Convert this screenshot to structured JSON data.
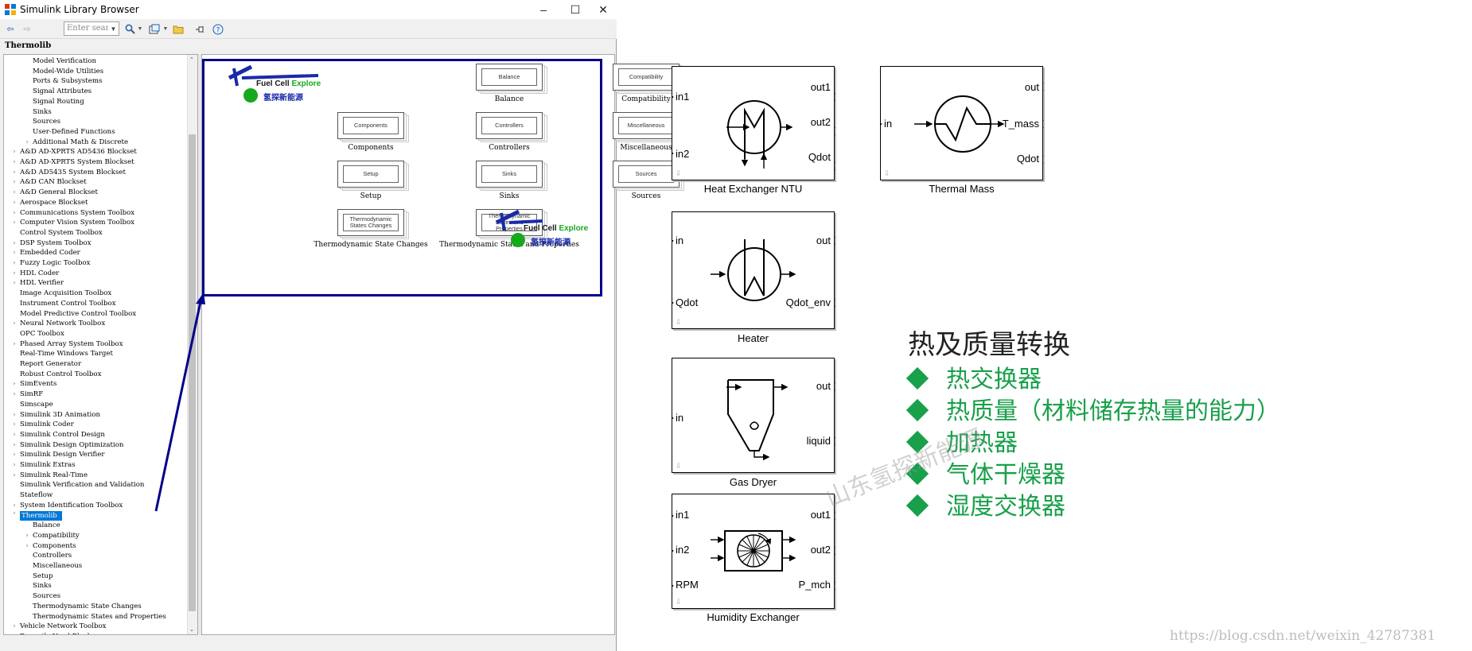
{
  "window": {
    "title": "Simulink Library Browser",
    "search_placeholder": "Enter search t···",
    "breadcrumb": "Thermolib"
  },
  "tree": {
    "items": [
      {
        "label": "Model Verification",
        "indent": 2,
        "expander": ""
      },
      {
        "label": "Model-Wide Utilities",
        "indent": 2,
        "expander": ""
      },
      {
        "label": "Ports & Subsystems",
        "indent": 2,
        "expander": ""
      },
      {
        "label": "Signal Attributes",
        "indent": 2,
        "expander": ""
      },
      {
        "label": "Signal Routing",
        "indent": 2,
        "expander": ""
      },
      {
        "label": "Sinks",
        "indent": 2,
        "expander": ""
      },
      {
        "label": "Sources",
        "indent": 2,
        "expander": ""
      },
      {
        "label": "User-Defined Functions",
        "indent": 2,
        "expander": ""
      },
      {
        "label": "Additional Math & Discrete",
        "indent": 2,
        "expander": ">"
      },
      {
        "label": "A&D AD-XPRTS AD5436 Blockset",
        "indent": 1,
        "expander": ">"
      },
      {
        "label": "A&D AD-XPRTS System Blockset",
        "indent": 1,
        "expander": ">"
      },
      {
        "label": "A&D AD5435 System Blockset",
        "indent": 1,
        "expander": ">"
      },
      {
        "label": "A&D CAN Blockset",
        "indent": 1,
        "expander": ">"
      },
      {
        "label": "A&D General Blockset",
        "indent": 1,
        "expander": ">"
      },
      {
        "label": "Aerospace Blockset",
        "indent": 1,
        "expander": ">"
      },
      {
        "label": "Communications System Toolbox",
        "indent": 1,
        "expander": ">"
      },
      {
        "label": "Computer Vision System Toolbox",
        "indent": 1,
        "expander": ">"
      },
      {
        "label": "Control System Toolbox",
        "indent": 1,
        "expander": ""
      },
      {
        "label": "DSP System Toolbox",
        "indent": 1,
        "expander": ">"
      },
      {
        "label": "Embedded Coder",
        "indent": 1,
        "expander": ">"
      },
      {
        "label": "Fuzzy Logic Toolbox",
        "indent": 1,
        "expander": ">"
      },
      {
        "label": "HDL Coder",
        "indent": 1,
        "expander": ">"
      },
      {
        "label": "HDL Verifier",
        "indent": 1,
        "expander": ">"
      },
      {
        "label": "Image Acquisition Toolbox",
        "indent": 1,
        "expander": ""
      },
      {
        "label": "Instrument Control Toolbox",
        "indent": 1,
        "expander": ""
      },
      {
        "label": "Model Predictive Control Toolbox",
        "indent": 1,
        "expander": ""
      },
      {
        "label": "Neural Network Toolbox",
        "indent": 1,
        "expander": ">"
      },
      {
        "label": "OPC Toolbox",
        "indent": 1,
        "expander": ""
      },
      {
        "label": "Phased Array System Toolbox",
        "indent": 1,
        "expander": ">"
      },
      {
        "label": "Real-Time Windows Target",
        "indent": 1,
        "expander": ""
      },
      {
        "label": "Report Generator",
        "indent": 1,
        "expander": ""
      },
      {
        "label": "Robust Control Toolbox",
        "indent": 1,
        "expander": ""
      },
      {
        "label": "SimEvents",
        "indent": 1,
        "expander": ">"
      },
      {
        "label": "SimRF",
        "indent": 1,
        "expander": ">"
      },
      {
        "label": "Simscape",
        "indent": 1,
        "expander": ""
      },
      {
        "label": "Simulink 3D Animation",
        "indent": 1,
        "expander": ">"
      },
      {
        "label": "Simulink Coder",
        "indent": 1,
        "expander": ">"
      },
      {
        "label": "Simulink Control Design",
        "indent": 1,
        "expander": ">"
      },
      {
        "label": "Simulink Design Optimization",
        "indent": 1,
        "expander": ">"
      },
      {
        "label": "Simulink Design Verifier",
        "indent": 1,
        "expander": ">"
      },
      {
        "label": "Simulink Extras",
        "indent": 1,
        "expander": ">"
      },
      {
        "label": "Simulink Real-Time",
        "indent": 1,
        "expander": ">"
      },
      {
        "label": "Simulink Verification and Validation",
        "indent": 1,
        "expander": ""
      },
      {
        "label": "Stateflow",
        "indent": 1,
        "expander": ""
      },
      {
        "label": "System Identification Toolbox",
        "indent": 1,
        "expander": ">"
      },
      {
        "label": "Thermolib",
        "indent": 1,
        "expander": "v",
        "selected": true
      },
      {
        "label": "Balance",
        "indent": 2,
        "expander": ""
      },
      {
        "label": "Compatibility",
        "indent": 2,
        "expander": ">"
      },
      {
        "label": "Components",
        "indent": 2,
        "expander": ">"
      },
      {
        "label": "Controllers",
        "indent": 2,
        "expander": ""
      },
      {
        "label": "Miscellaneous",
        "indent": 2,
        "expander": ""
      },
      {
        "label": "Setup",
        "indent": 2,
        "expander": ""
      },
      {
        "label": "Sinks",
        "indent": 2,
        "expander": ""
      },
      {
        "label": "Sources",
        "indent": 2,
        "expander": ""
      },
      {
        "label": "Thermodynamic State Changes",
        "indent": 2,
        "expander": ""
      },
      {
        "label": "Thermodynamic States and Properties",
        "indent": 2,
        "expander": ""
      },
      {
        "label": "Vehicle Network Toolbox",
        "indent": 1,
        "expander": ">"
      },
      {
        "label": "Recently Used Blocks",
        "indent": 1,
        "expander": ""
      }
    ]
  },
  "library": {
    "blocks": [
      {
        "inner": "Balance",
        "label": "Balance"
      },
      {
        "inner": "Compatibility",
        "label": "Compatibility"
      },
      {
        "inner": "Components",
        "label": "Components"
      },
      {
        "inner": "Controllers",
        "label": "Controllers"
      },
      {
        "inner": "Miscellaneous",
        "label": "Miscellaneous"
      },
      {
        "inner": "Setup",
        "label": "Setup"
      },
      {
        "inner": "Sinks",
        "label": "Sinks"
      },
      {
        "inner": "Sources",
        "label": "Sources"
      },
      {
        "inner": "Thermodynamic States Changes",
        "label": "Thermodynamic State Changes"
      },
      {
        "inner": "Thermodynamic States and Properties",
        "label": "Thermodynamic States and Properties"
      }
    ],
    "logo": {
      "line1a": "Fuel Cell ",
      "line1b": "Explore",
      "line2": "氢探新能源"
    }
  },
  "simulink_blocks": {
    "heat_exchanger": {
      "caption": "Heat Exchanger NTU",
      "in1": "in1",
      "in2": "in2",
      "out1": "out1",
      "out2": "out2",
      "qdot": "Qdot"
    },
    "thermal_mass": {
      "caption": "Thermal Mass",
      "in": "in",
      "out": "out",
      "tmass": "T_mass",
      "qdot": "Qdot"
    },
    "heater": {
      "caption": "Heater",
      "in": "in",
      "qdot": "Qdot",
      "out": "out",
      "qdot_env": "Qdot_env"
    },
    "gas_dryer": {
      "caption": "Gas Dryer",
      "in": "in",
      "out": "out",
      "liquid": "liquid"
    },
    "humidity_exchanger": {
      "caption": "Humidity Exchanger",
      "in1": "in1",
      "in2": "in2",
      "rpm": "RPM",
      "out1": "out1",
      "out2": "out2",
      "pmch": "P_mch"
    }
  },
  "notes": {
    "title": "热及质量转换",
    "items": [
      "热交换器",
      "热质量（材料储存热量的能力）",
      "加热器",
      "气体干燥器",
      "湿度交换器"
    ],
    "watermark": "山东氢探新能源",
    "url": "https://blog.csdn.net/weixin_42787381"
  },
  "colors": {
    "highlight": "#00008b",
    "selection": "#0078d7",
    "note_green": "#18a04a"
  }
}
